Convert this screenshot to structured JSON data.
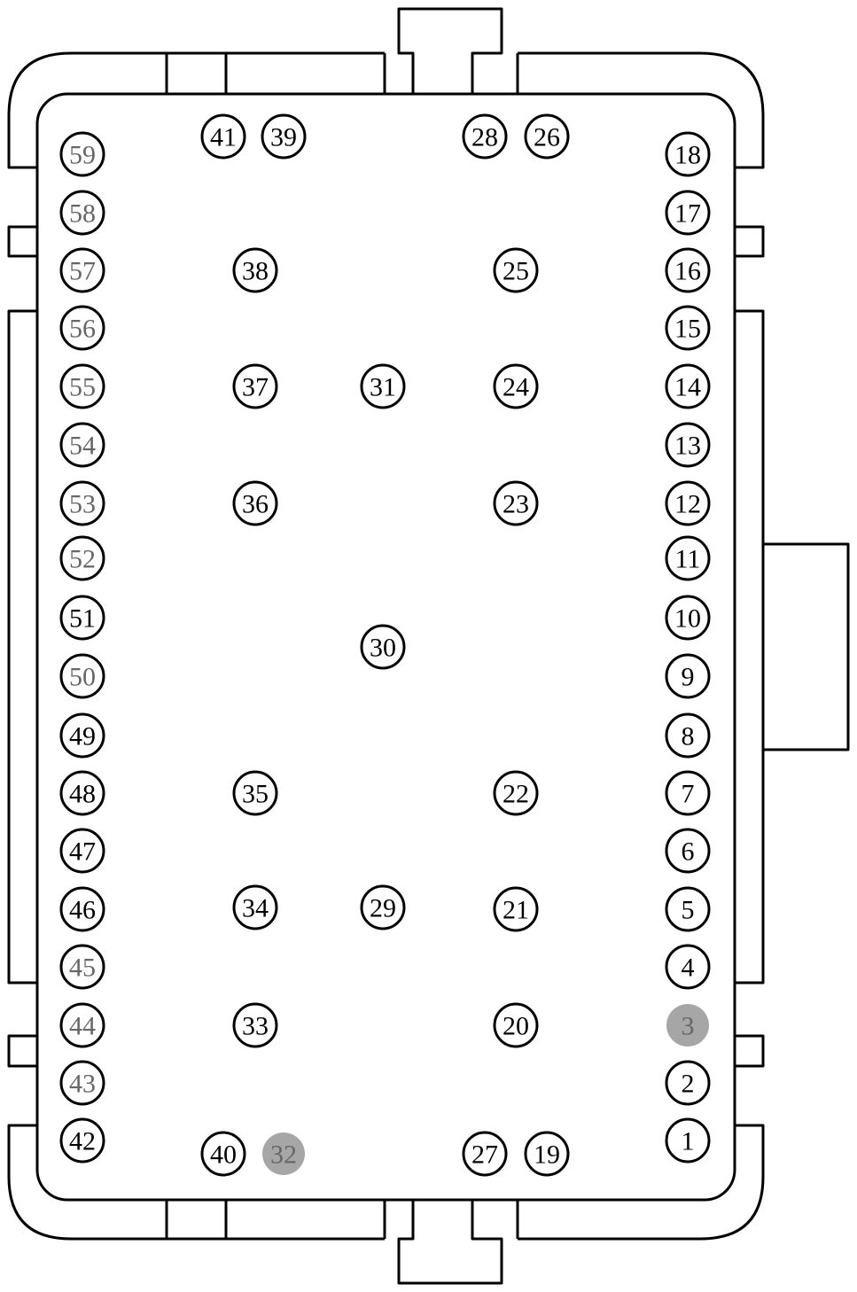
{
  "colors": {
    "outline": "#000000",
    "background": "#ffffff",
    "label_default": "#000000",
    "label_faded": "#666666",
    "filled_pin": "#a6a6a6"
  },
  "pins": [
    {
      "id": "1",
      "state": "normal"
    },
    {
      "id": "2",
      "state": "normal"
    },
    {
      "id": "3",
      "state": "filled"
    },
    {
      "id": "4",
      "state": "normal"
    },
    {
      "id": "5",
      "state": "normal"
    },
    {
      "id": "6",
      "state": "normal"
    },
    {
      "id": "7",
      "state": "normal"
    },
    {
      "id": "8",
      "state": "normal"
    },
    {
      "id": "9",
      "state": "normal"
    },
    {
      "id": "10",
      "state": "normal"
    },
    {
      "id": "11",
      "state": "normal"
    },
    {
      "id": "12",
      "state": "normal"
    },
    {
      "id": "13",
      "state": "normal"
    },
    {
      "id": "14",
      "state": "normal"
    },
    {
      "id": "15",
      "state": "normal"
    },
    {
      "id": "16",
      "state": "normal"
    },
    {
      "id": "17",
      "state": "normal"
    },
    {
      "id": "18",
      "state": "normal"
    },
    {
      "id": "19",
      "state": "normal"
    },
    {
      "id": "20",
      "state": "normal"
    },
    {
      "id": "21",
      "state": "normal"
    },
    {
      "id": "22",
      "state": "normal"
    },
    {
      "id": "23",
      "state": "normal"
    },
    {
      "id": "24",
      "state": "normal"
    },
    {
      "id": "25",
      "state": "normal"
    },
    {
      "id": "26",
      "state": "normal"
    },
    {
      "id": "27",
      "state": "normal"
    },
    {
      "id": "28",
      "state": "normal"
    },
    {
      "id": "29",
      "state": "normal"
    },
    {
      "id": "30",
      "state": "normal"
    },
    {
      "id": "31",
      "state": "normal"
    },
    {
      "id": "32",
      "state": "filled"
    },
    {
      "id": "33",
      "state": "normal"
    },
    {
      "id": "34",
      "state": "normal"
    },
    {
      "id": "35",
      "state": "normal"
    },
    {
      "id": "36",
      "state": "normal"
    },
    {
      "id": "37",
      "state": "normal"
    },
    {
      "id": "38",
      "state": "normal"
    },
    {
      "id": "39",
      "state": "normal"
    },
    {
      "id": "40",
      "state": "normal"
    },
    {
      "id": "41",
      "state": "normal"
    },
    {
      "id": "42",
      "state": "normal"
    },
    {
      "id": "43",
      "state": "faded"
    },
    {
      "id": "44",
      "state": "faded"
    },
    {
      "id": "45",
      "state": "faded"
    },
    {
      "id": "46",
      "state": "normal"
    },
    {
      "id": "47",
      "state": "normal"
    },
    {
      "id": "48",
      "state": "normal"
    },
    {
      "id": "49",
      "state": "normal"
    },
    {
      "id": "50",
      "state": "faded"
    },
    {
      "id": "51",
      "state": "normal"
    },
    {
      "id": "52",
      "state": "faded"
    },
    {
      "id": "53",
      "state": "faded"
    },
    {
      "id": "54",
      "state": "faded"
    },
    {
      "id": "55",
      "state": "faded"
    },
    {
      "id": "56",
      "state": "faded"
    },
    {
      "id": "57",
      "state": "faded"
    },
    {
      "id": "58",
      "state": "faded"
    },
    {
      "id": "59",
      "state": "faded"
    }
  ]
}
